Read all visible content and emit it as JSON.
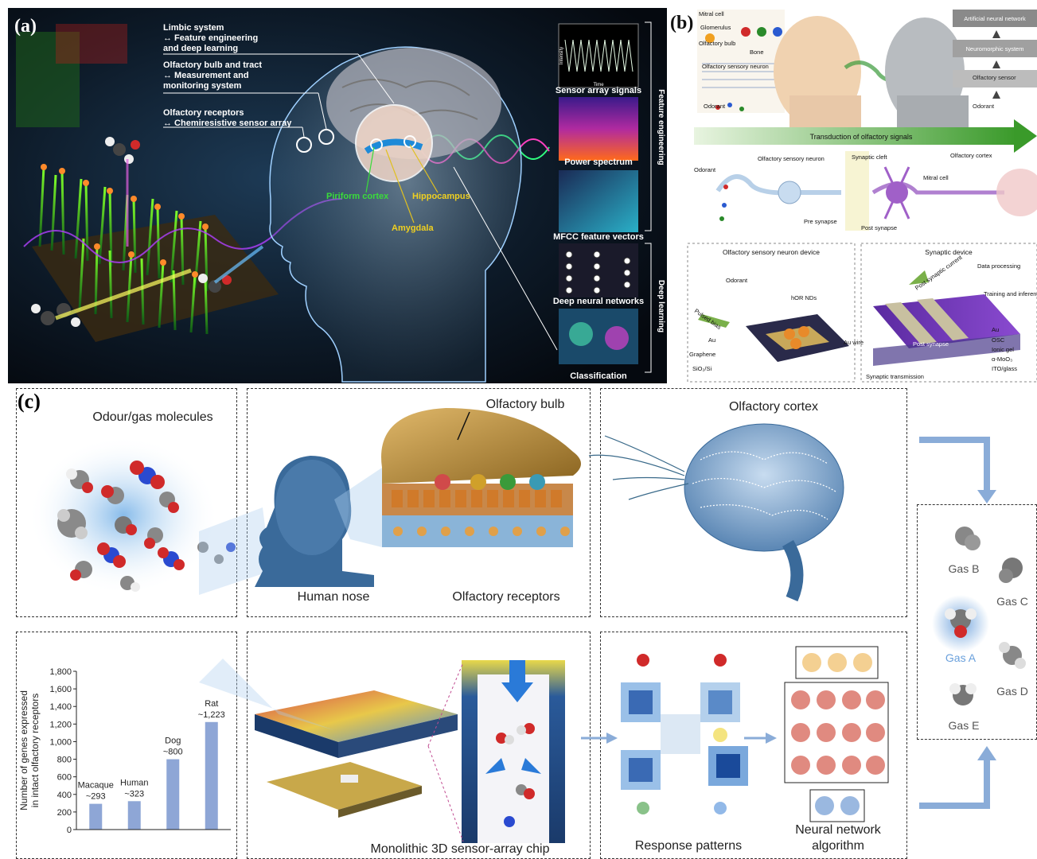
{
  "panel_a": {
    "label": "(a)",
    "limbic": "Limbic system",
    "limbic_map": "↔ Feature engineering",
    "limbic_map2": "and deep learning",
    "bulb": "Olfactory bulb and tract",
    "bulb_map": "↔ Measurement and",
    "bulb_map2": "monitoring system",
    "receptors": "Olfactory receptors",
    "receptors_map": "↔ Chemiresistive sensor array",
    "piriform": "Piriform cortex",
    "hippocampus": "Hippocampus",
    "amygdala": "Amygdala",
    "sensor_signals": "Sensor array signals",
    "power_spectrum": "Power spectrum",
    "mfcc": "MFCC feature vectors",
    "dnn": "Deep neural networks",
    "classification": "Classification",
    "feature_engineering": "Feature engineering",
    "deep_learning": "Deep learning",
    "plot_xlabel": "Time",
    "plot_ylabel": "Intensity"
  },
  "panel_b": {
    "label": "(b)",
    "mitral_cell": "Mitral cell",
    "glomerulus": "Glomerulus",
    "olfactory_bulb": "Olfactory bulb",
    "bone": "Bone",
    "olfactory_sensory_neuron": "Olfactory sensory neuron",
    "odorant": "Odorant",
    "ann": "Artificial neural network",
    "neuromorphic": "Neuromorphic system",
    "olfactory_sensor": "Olfactory sensor",
    "odorant_right": "Odorant",
    "transduction": "Transduction of olfactory signals",
    "odorant2": "Odorant",
    "osn": "Olfactory sensory neuron",
    "synaptic_cleft": "Synaptic cleft",
    "olfactory_cortex": "Olfactory cortex",
    "mitral_cell2": "Mitral cell",
    "pre_synapse": "Pre synapse",
    "post_synapse": "Post synapse",
    "osn_device": "Olfactory sensory neuron device",
    "synaptic_device": "Synaptic device",
    "odorant3": "Odorant",
    "hor_nds": "hOR NDs",
    "pulsed_bias": "Pulsed bias",
    "au": "Au",
    "graphene": "Graphene",
    "sio2": "SiO₂/Si",
    "au_wire": "Au wire",
    "post_synaptic_current": "Post synaptic current",
    "data_processing": "Data processing",
    "training": "Training and inference",
    "au2": "Au",
    "osc": "OSC",
    "ionic_gel": "Ionic gel",
    "moo3": "α-MoO₃",
    "ito": "ITO/glass",
    "post_synapse_layer": "Post synapse",
    "pre_synapse_layer": "Pre synapse",
    "synaptic_transmission": "Synaptic transmission"
  },
  "panel_c": {
    "label": "(c)",
    "odour_gas": "Odour/gas molecules",
    "olfactory_bulb": "Olfactory bulb",
    "human_nose": "Human nose",
    "olfactory_receptors": "Olfactory receptors",
    "olfactory_cortex": "Olfactory cortex",
    "chip": "Monolithic 3D sensor-array chip",
    "response_patterns": "Response patterns",
    "nn_algorithm_1": "Neural network",
    "nn_algorithm_2": "algorithm",
    "gas_a": "Gas A",
    "gas_b": "Gas B",
    "gas_c": "Gas C",
    "gas_d": "Gas D",
    "gas_e": "Gas E"
  },
  "chart_data": {
    "type": "bar",
    "categories": [
      "Macaque",
      "Human",
      "Dog",
      "Rat"
    ],
    "values": [
      293,
      323,
      800,
      1223
    ],
    "value_labels": [
      "~293",
      "~323",
      "~800",
      "~1,223"
    ],
    "ylabel": "Number of genes expressed in intact olfactory receptors",
    "ylim": [
      0,
      1800
    ],
    "yticks": [
      0,
      200,
      400,
      600,
      800,
      1000,
      1200,
      1400,
      1600,
      1800
    ],
    "ytick_labels": [
      "0",
      "200",
      "400",
      "600",
      "800",
      "1,000",
      "1,200",
      "1,400",
      "1,600",
      "1,800"
    ],
    "bar_color": "#8ea6d6",
    "grid": false
  },
  "colors": {
    "panel_a_bg": "#0b1420",
    "accent_blue": "#7f9fd4",
    "gas_a_blue": "#6aa0dc",
    "transduction_green": "#5aa83a"
  }
}
